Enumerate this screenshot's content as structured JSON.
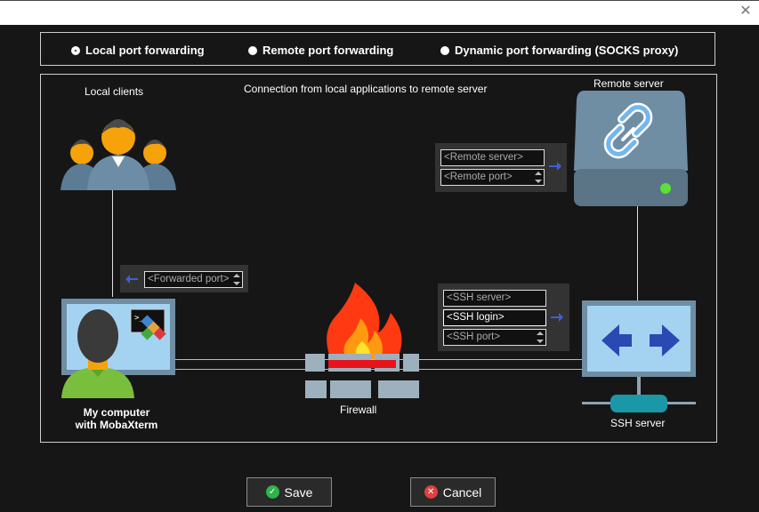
{
  "window": {
    "close_glyph": "✕"
  },
  "modes": [
    {
      "label": "Local port forwarding",
      "selected": true
    },
    {
      "label": "Remote port forwarding",
      "selected": false
    },
    {
      "label": "Dynamic port forwarding (SOCKS proxy)",
      "selected": false
    }
  ],
  "diagram": {
    "caption": "Connection from local applications to remote server",
    "local_clients_label": "Local clients",
    "remote_server_label": "Remote server",
    "my_computer_label_1": "My computer",
    "my_computer_label_2": "with MobaXterm",
    "firewall_label": "Firewall",
    "ssh_server_label": "SSH server"
  },
  "fields": {
    "remote_server": "<Remote server>",
    "remote_port": "<Remote port>",
    "forwarded_port": "<Forwarded port>",
    "ssh_server": "<SSH server>",
    "ssh_login": "<SSH login>",
    "ssh_port": "<SSH port>"
  },
  "buttons": {
    "save": "Save",
    "cancel": "Cancel"
  },
  "colors": {
    "accent_arrow": "#3d5fd6",
    "save_icon": "#2fb34a",
    "cancel_icon": "#e04040"
  }
}
